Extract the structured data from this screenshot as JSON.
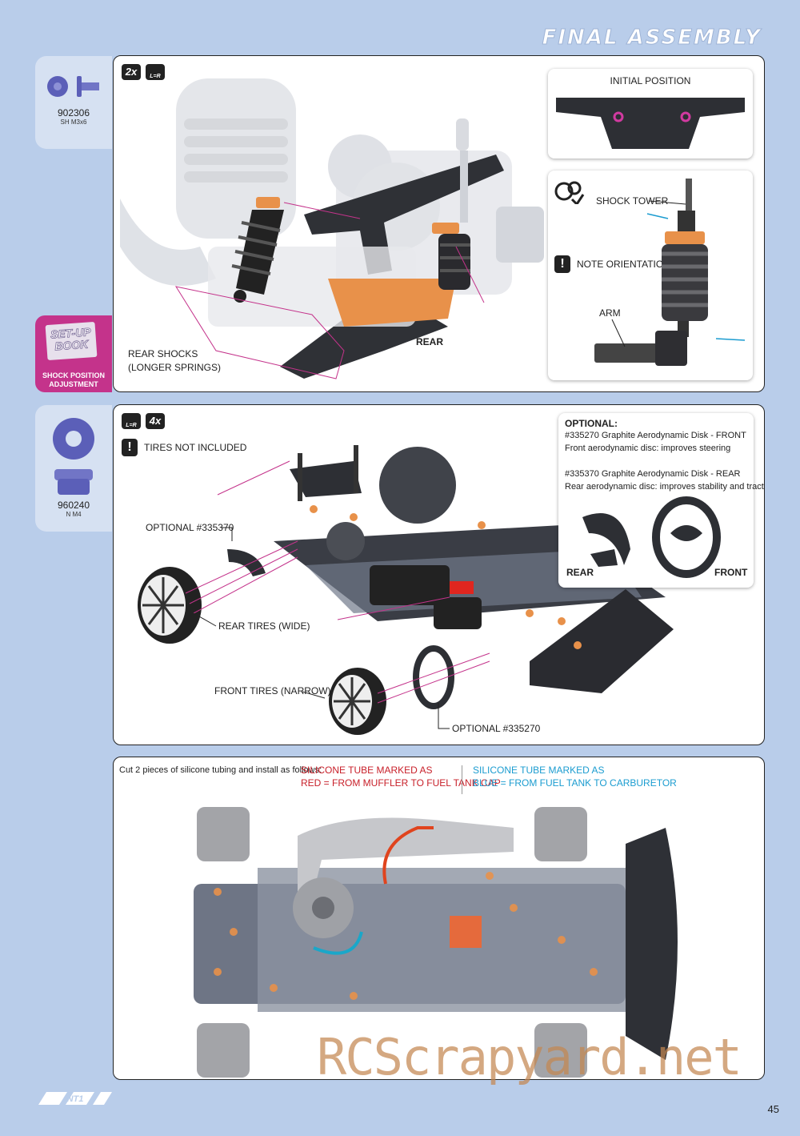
{
  "header": {
    "title": "FINAL ASSEMBLY"
  },
  "step1": {
    "part": {
      "number": "902306",
      "desc": "SH M3x6"
    },
    "badge_qty": "2x",
    "badge_lr": "L=R",
    "setup_book": {
      "line1": "SET-UP",
      "line2": "BOOK",
      "caption1": "SHOCK POSITION",
      "caption2": "ADJUSTMENT"
    },
    "label_rear_shocks_1": "REAR SHOCKS",
    "label_rear_shocks_2": "(LONGER SPRINGS)",
    "label_rear": "REAR",
    "initial_position": "INITIAL POSITION",
    "shock_tower": "SHOCK TOWER",
    "note_orientation": "NOTE ORIENTATION",
    "arm": "ARM"
  },
  "step2": {
    "part": {
      "number": "960240",
      "desc": "N M4"
    },
    "badge_lr": "L=R",
    "badge_qty": "4x",
    "tires_not_included": "TIRES NOT INCLUDED",
    "optional_rear_label": "OPTIONAL #335370",
    "rear_tires": "REAR TIRES (WIDE)",
    "front_tires": "FRONT TIRES (NARROW)",
    "optional_front_label": "OPTIONAL #335270",
    "optional_box": {
      "title": "OPTIONAL:",
      "line1": "#335270  Graphite Aerodynamic Disk - FRONT",
      "line2": "Front aerodynamic disc: improves steering",
      "line3": "#335370  Graphite Aerodynamic Disk - REAR",
      "line4": "Rear aerodynamic disc: improves stability and traction",
      "rear": "REAR",
      "front": "FRONT"
    }
  },
  "step3": {
    "instruction": "Cut 2 pieces of silicone tubing and install as follows:",
    "red_line1": "SILICONE TUBE MARKED AS",
    "red_line2": "RED = FROM MUFFLER TO FUEL TANK CAP",
    "blue_line1": "SILICONE TUBE MARKED AS",
    "blue_line2": "BLUE = FROM FUEL TANK TO CARBURETOR"
  },
  "footer": {
    "logo": "NT1",
    "page": "45",
    "watermark": "RCScrapyard.net"
  },
  "colors": {
    "background": "#b9cdea",
    "magenta": "#c4338b",
    "orange": "#e8914a",
    "red_text": "#c8202a",
    "blue_text": "#1b9cd0"
  }
}
